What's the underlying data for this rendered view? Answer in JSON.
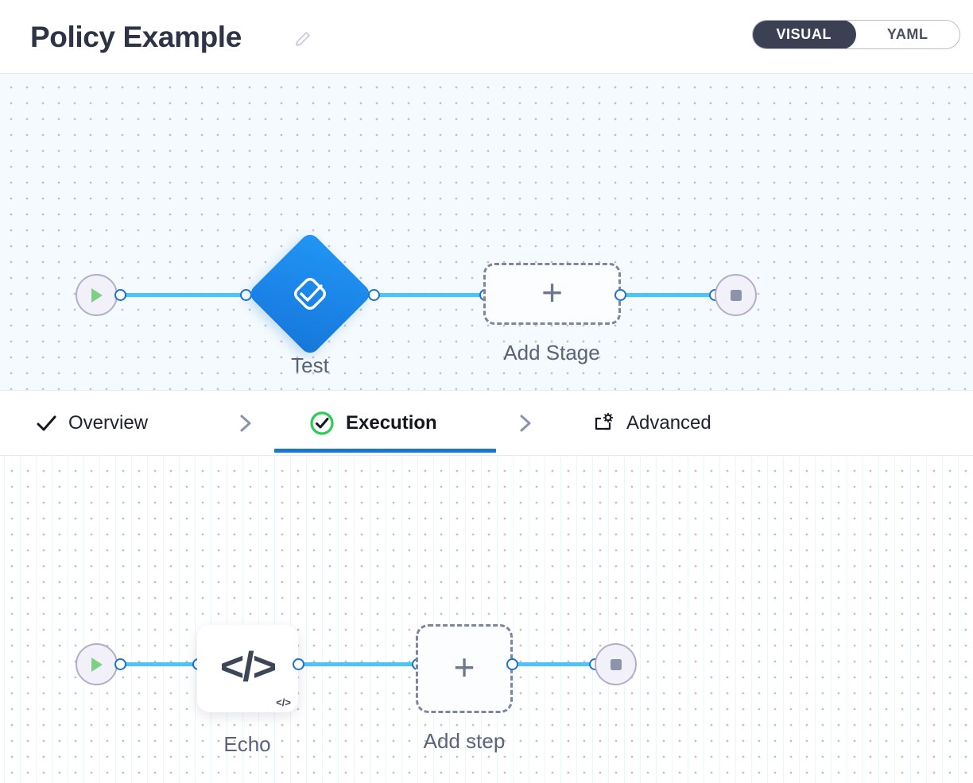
{
  "header": {
    "title": "Policy Example",
    "edit_icon": "pencil-icon",
    "view_toggle": {
      "options": [
        "VISUAL",
        "YAML"
      ],
      "selected": "VISUAL"
    }
  },
  "tabs": [
    {
      "label": "Overview",
      "icon": "check-icon",
      "active": false
    },
    {
      "label": "Execution",
      "icon": "check-circle-icon",
      "active": true
    },
    {
      "label": "Advanced",
      "icon": "window-gear-icon",
      "active": false
    }
  ],
  "tab_separator_icon": "chevron-right-icon",
  "stage_canvas": {
    "start_node": {
      "name": "start",
      "icon": "play-icon"
    },
    "nodes": [
      {
        "label": "Test",
        "icon": "approval-check-icon",
        "shape": "diamond"
      }
    ],
    "add_node": {
      "label": "Add Stage",
      "icon": "plus-icon"
    },
    "end_node": {
      "name": "end",
      "icon": "stop-icon"
    }
  },
  "step_canvas": {
    "start_node": {
      "name": "start",
      "icon": "play-icon"
    },
    "nodes": [
      {
        "label": "Echo",
        "icon": "code-icon",
        "badge": "</>",
        "shape": "card"
      }
    ],
    "add_node": {
      "label": "Add step",
      "icon": "plus-icon"
    },
    "end_node": {
      "name": "end",
      "icon": "stop-icon"
    }
  },
  "colors": {
    "accent_blue": "#1976d2",
    "edge_blue": "#4bc4f7",
    "node_blue": "#2196f3",
    "success_green": "#2ecc55",
    "play_green": "#7ed087",
    "toggle_dark": "#3b4153",
    "label_gray": "#5b6279"
  }
}
